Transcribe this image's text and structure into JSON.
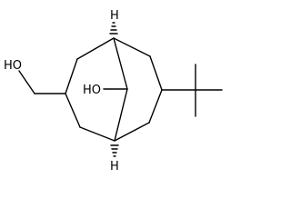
{
  "molecule": {
    "atom_labels": {
      "hydroxymethyl_oh": "HO",
      "bridge_oh": "HO",
      "top_bridgehead_h": "H",
      "bottom_bridgehead_h": "H"
    },
    "substituents": [
      "hydroxymethyl",
      "tert-butyl",
      "bridge hydroxyl"
    ],
    "colors": {
      "line": "#000000",
      "background": "#ffffff"
    }
  }
}
